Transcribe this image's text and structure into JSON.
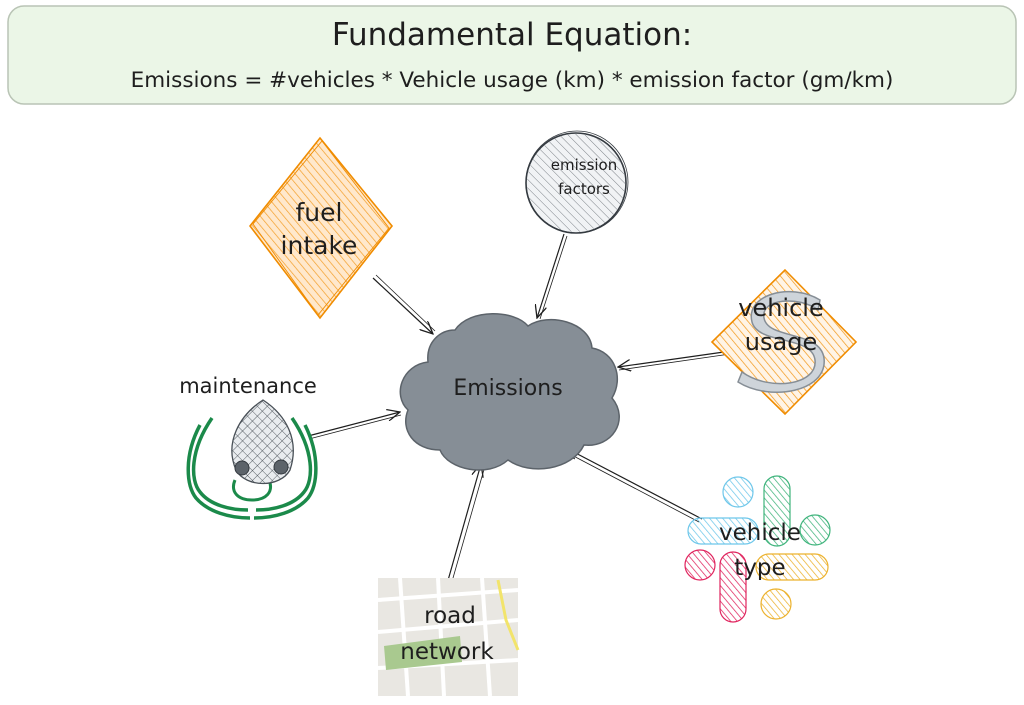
{
  "header": {
    "title": "Fundamental Equation:",
    "equation": "Emissions = #vehicles * Vehicle usage (km) * emission factor (gm/km)",
    "box_fill": "#ebf6e7"
  },
  "center": {
    "label": "Emissions",
    "fill": "#868e96"
  },
  "nodes": {
    "fuel_intake": {
      "line1": "fuel",
      "line2": "intake",
      "color": "#f08c00",
      "fill": "#ffe8cc"
    },
    "emission_factors": {
      "line1": "emission",
      "line2": "factors",
      "fill": "#ced4da"
    },
    "vehicle_usage": {
      "line1": "vehicle",
      "line2": "usage",
      "color": "#f08c00"
    },
    "maintenance": {
      "label": "maintenance",
      "color": "#1b8a4a"
    },
    "road_network": {
      "line1": "road",
      "line2": "network",
      "map_color": "#e9e7e2",
      "park_color": "#a9c98f",
      "road_color": "#f2e46b"
    },
    "vehicle_type": {
      "line1": "vehicle",
      "line2": "type",
      "colors": [
        "#6ec7ea",
        "#3fb47c",
        "#e0245e",
        "#ecb22e"
      ]
    }
  }
}
